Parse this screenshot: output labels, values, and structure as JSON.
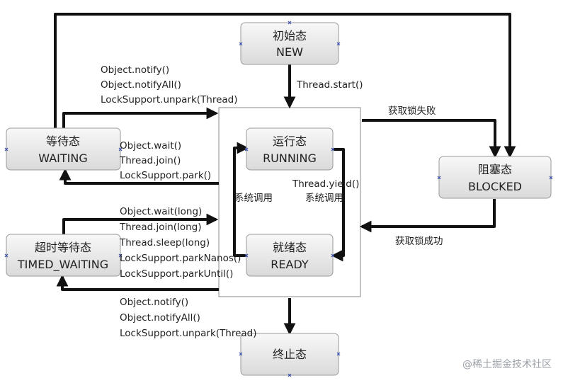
{
  "states": {
    "new": {
      "line1": "初始态",
      "line2": "NEW"
    },
    "running": {
      "line1": "运行态",
      "line2": "RUNNING"
    },
    "ready": {
      "line1": "就绪态",
      "line2": "READY"
    },
    "waiting": {
      "line1": "等待态",
      "line2": "WAITING"
    },
    "timed_waiting": {
      "line1": "超时等待态",
      "line2": "TIMED_WAITING"
    },
    "blocked": {
      "line1": "阻塞态",
      "line2": "BLOCKED"
    },
    "terminated": {
      "line1": "终止态"
    }
  },
  "transitions": {
    "start": "Thread.start()",
    "to_blocked": "获取锁失败",
    "from_blocked": "获取锁成功",
    "running_to_ready": [
      "Thread.yield()",
      "系统调用"
    ],
    "ready_to_running": "系统调用",
    "to_waiting": [
      "Object.wait()",
      "Thread.join()",
      "LockSupport.park()"
    ],
    "from_waiting": [
      "Object.notify()",
      "Object.notifyAll()",
      "LockSupport.unpark(Thread)"
    ],
    "to_timed_waiting": [
      "Object.wait(long)",
      "Thread.join(long)",
      "Thread.sleep(long)",
      "LockSupport.parkNanos()",
      "LockSupport.parkUntil()"
    ],
    "from_timed_waiting": [
      "Object.notify()",
      "Object.notifyAll()",
      "LockSupport.unpark(Thread)"
    ]
  },
  "watermark": "@稀土掘金技术社区",
  "colors": {
    "box_fill_top": "#f7f7f7",
    "box_fill_bottom": "#dcdcdc",
    "box_stroke": "#9a9a9a",
    "arrow": "#111111",
    "handle": "#3a4fb0"
  }
}
